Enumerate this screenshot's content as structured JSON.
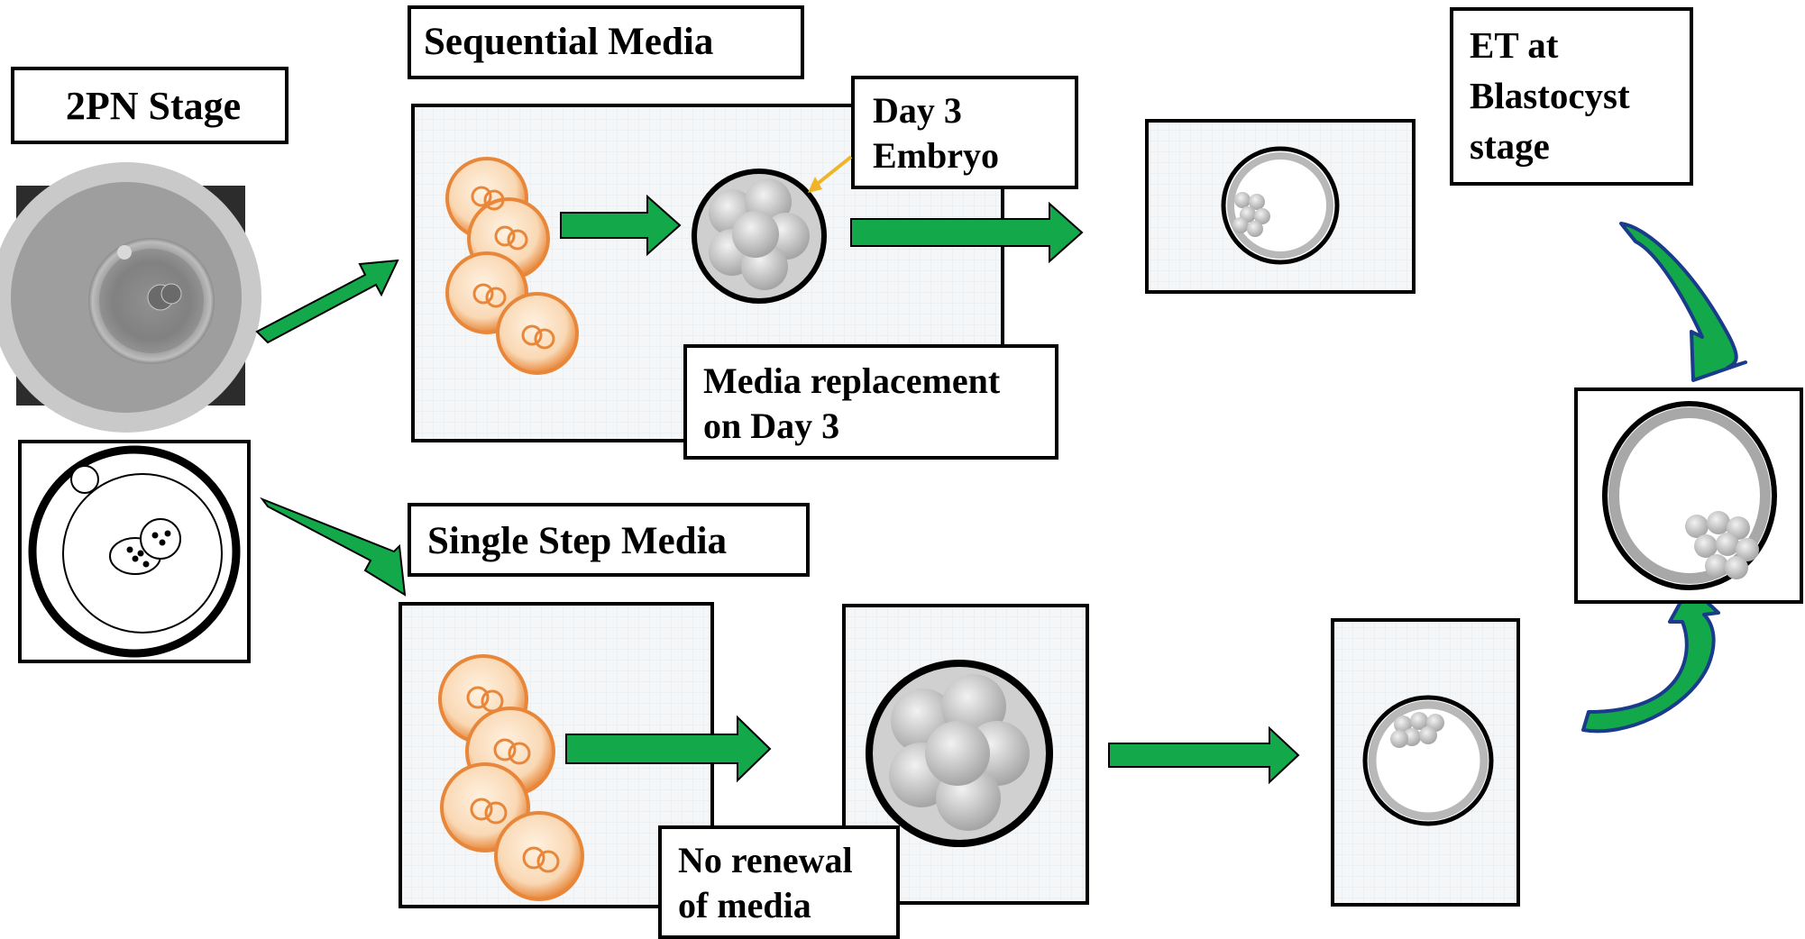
{
  "labels": {
    "pn_stage": "2PN Stage",
    "sequential_media": "Sequential Media",
    "day3_embryo_line1": "Day 3",
    "day3_embryo_line2": "Embryo",
    "et_line1": "ET at",
    "et_line2": "Blastocyst",
    "et_line3": "stage",
    "media_replacement_line1": "Media replacement",
    "media_replacement_line2": "on Day 3",
    "single_step_media": "Single Step Media",
    "no_renewal_line1": "No renewal",
    "no_renewal_line2": "of media"
  },
  "colors": {
    "arrow_green": "#13a84a",
    "curved_arrow_outline": "#1a3a8c",
    "cell_orange": "#e8873a",
    "label_arrow_yellow": "#f0b428",
    "panel_bg": "#f2f4f5"
  }
}
